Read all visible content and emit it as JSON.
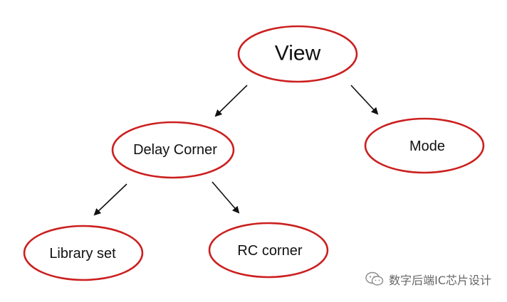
{
  "diagram": {
    "nodes": {
      "view": "View",
      "delay_corner": "Delay Corner",
      "mode": "Mode",
      "library_set": "Library set",
      "rc_corner": "RC corner"
    },
    "edges": [
      {
        "from": "view",
        "to": "delay_corner"
      },
      {
        "from": "view",
        "to": "mode"
      },
      {
        "from": "delay_corner",
        "to": "library_set"
      },
      {
        "from": "delay_corner",
        "to": "rc_corner"
      }
    ]
  },
  "watermark": {
    "text": "数字后端IC芯片设计",
    "icon": "wechat-icon"
  },
  "colors": {
    "node_border": "#cc1f1f",
    "arrow": "#111111",
    "text": "#111111",
    "watermark": "#666666"
  }
}
